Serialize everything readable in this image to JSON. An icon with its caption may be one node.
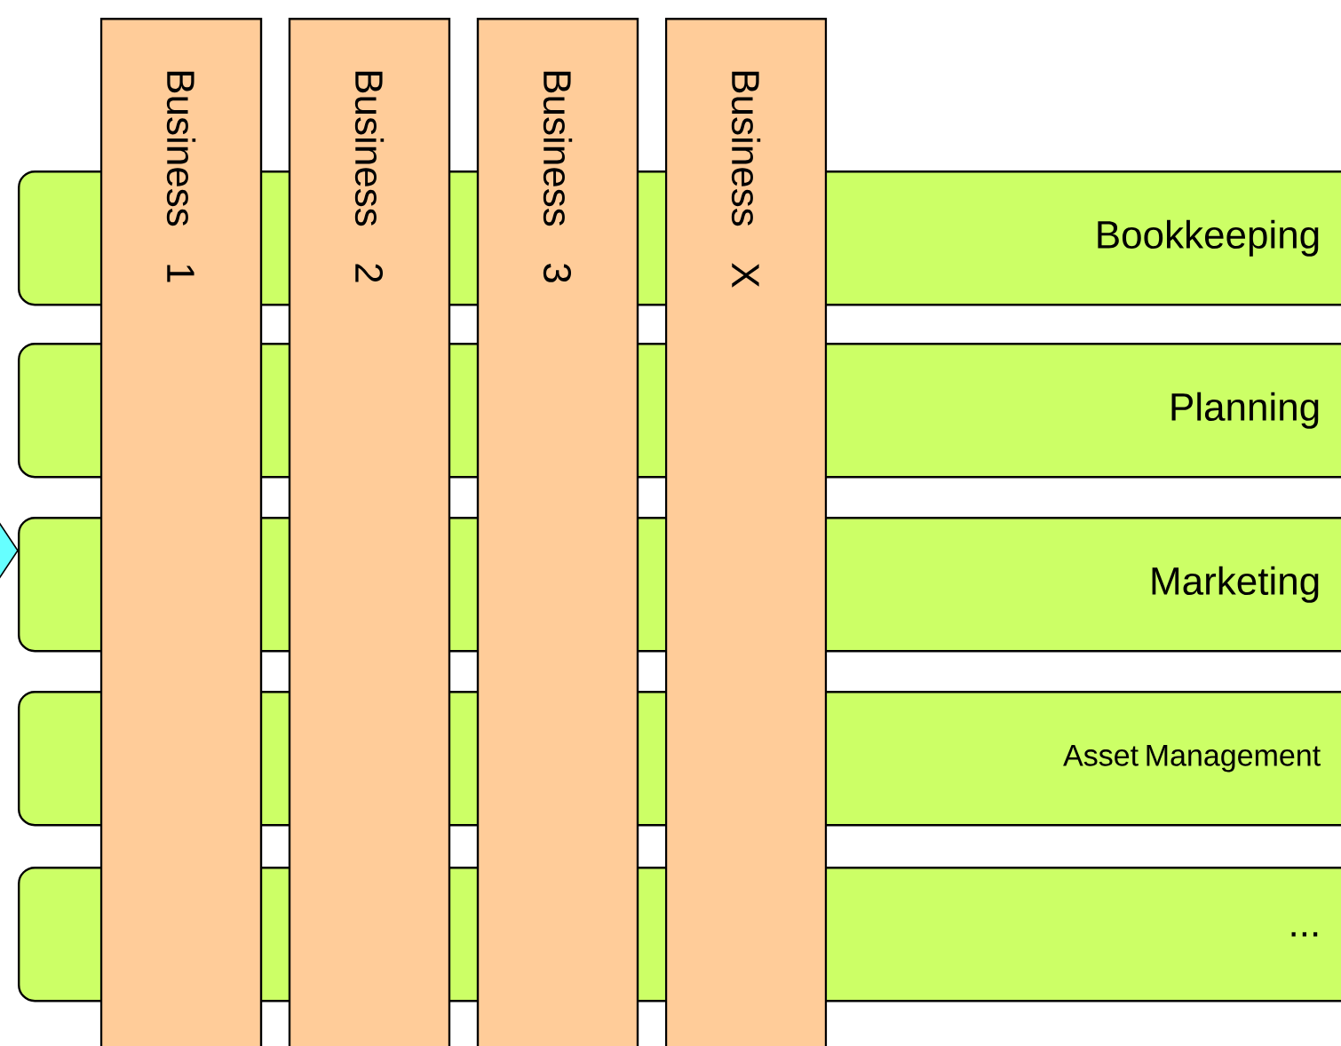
{
  "diagram": {
    "nodes": [
      {
        "text": [
          "Bookkeeping"
        ]
      },
      {
        "text": [
          "Planning"
        ]
      },
      {
        "text": [
          "Marketing"
        ]
      },
      {
        "text": [
          "Asset Management"
        ]
      },
      {
        "text": [
          "..."
        ]
      },
      {
        "text": [
          "Business 1"
        ]
      },
      {
        "text": [
          "Business 2"
        ]
      },
      {
        "text": [
          "Business 3"
        ]
      },
      {
        "text": [
          "Business X"
        ]
      }
    ]
  }
}
